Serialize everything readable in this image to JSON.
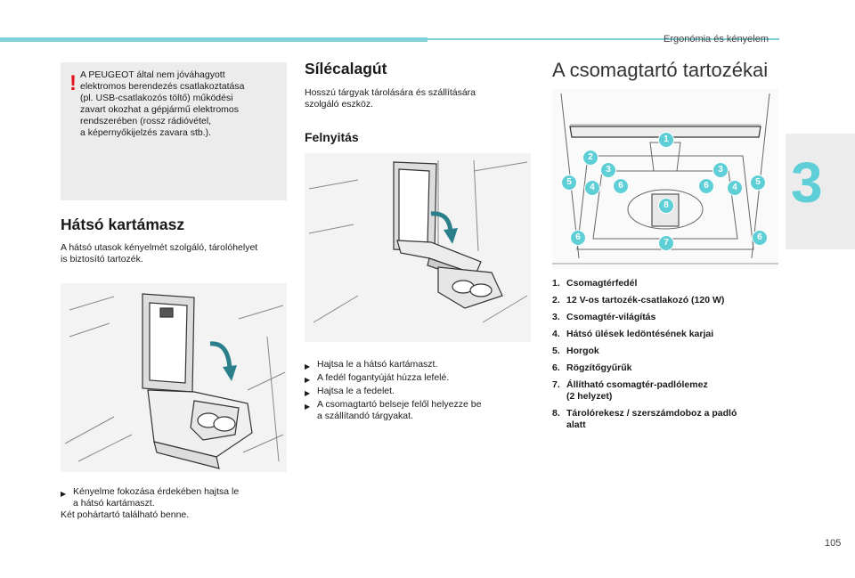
{
  "header": {
    "section": "Ergonómia és kényelem",
    "chapter_number": "3",
    "page_number": "105"
  },
  "warning": {
    "mark": "!",
    "text": "A PEUGEOT által nem jóváhagyott\nelektromos berendezés csatlakoztatása\n(pl. USB-csatlakozós töltő) működési\nzavart okozhat a gépjármű elektromos\nrendszerében (rossz rádióvétel,\na képernyőkijelzés zavara stb.)."
  },
  "armrest": {
    "title": "Hátsó kartámasz",
    "intro": "A hátsó utasok kényelmét szolgáló, tárolóhelyet\nis biztosító tartozék.",
    "steps": [
      {
        "text": "Kényelme fokozása érdekében hajtsa le\na hátsó kartámaszt."
      }
    ],
    "note": "Két pohártartó található benne."
  },
  "ski": {
    "title": "Sílécalagút",
    "intro": "Hosszú tárgyak tárolására és szállítására\nszolgáló eszköz.",
    "opening_title": "Felnyitás",
    "steps": [
      {
        "text": "Hajtsa le a hátsó kartámaszt."
      },
      {
        "text": "A fedél fogantyúját húzza lefelé."
      },
      {
        "text": "Hajtsa le a fedelet."
      },
      {
        "text": "A csomagtartó belseje felől helyezze be\na szállítandó tárgyakat."
      }
    ]
  },
  "boot": {
    "title": "A csomagtartó tartozékai",
    "items": [
      {
        "num": "1.",
        "label": "Csomagtérfedél"
      },
      {
        "num": "2.",
        "label": "12 V-os tartozék-csatlakozó (120 W)"
      },
      {
        "num": "3.",
        "label": "Csomagtér-világítás"
      },
      {
        "num": "4.",
        "label": "Hátsó ülések ledöntésének karjai"
      },
      {
        "num": "5.",
        "label": "Horgok"
      },
      {
        "num": "6.",
        "label": "Rögzítőgyűrűk"
      },
      {
        "num": "7.",
        "label": "Állítható csomagtér-padlólemez\n(2 helyzet)"
      },
      {
        "num": "8.",
        "label": "Tárolórekesz / szerszámdoboz a padló\nalatt"
      }
    ],
    "markers": [
      "1",
      "2",
      "3",
      "3",
      "5",
      "4",
      "6",
      "6",
      "4",
      "5",
      "8",
      "6",
      "7",
      "6"
    ]
  },
  "colors": {
    "accent": "#5ecfd6",
    "warning": "#e3161f",
    "panel": "#ececec"
  },
  "icons": {
    "step_arrow": "▶"
  }
}
